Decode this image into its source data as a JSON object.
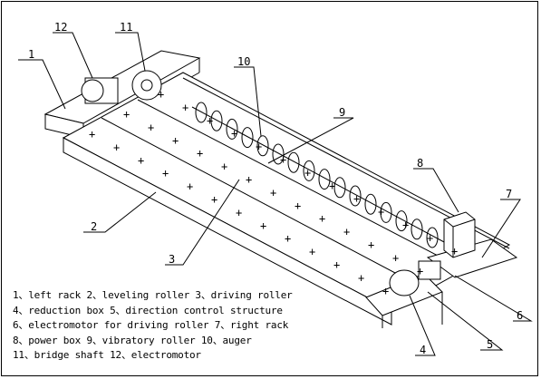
{
  "labels": [
    {
      "id": "1",
      "text": "1"
    },
    {
      "id": "2",
      "text": "2"
    },
    {
      "id": "3",
      "text": "3"
    },
    {
      "id": "4",
      "text": "4"
    },
    {
      "id": "5",
      "text": "5"
    },
    {
      "id": "6",
      "text": "6"
    },
    {
      "id": "7",
      "text": "7"
    },
    {
      "id": "8",
      "text": "8"
    },
    {
      "id": "9",
      "text": "9"
    },
    {
      "id": "10",
      "text": "10"
    },
    {
      "id": "11",
      "text": "11"
    },
    {
      "id": "12",
      "text": "12"
    }
  ],
  "legend": [
    "1、left rack  2、leveling roller  3、driving roller",
    "4、reduction box  5、direction control structure",
    "6、electromotor for driving roller  7、right rack",
    "8、power box  9、vibratory roller  10、auger",
    "11、bridge shaft  12、electromotor"
  ]
}
